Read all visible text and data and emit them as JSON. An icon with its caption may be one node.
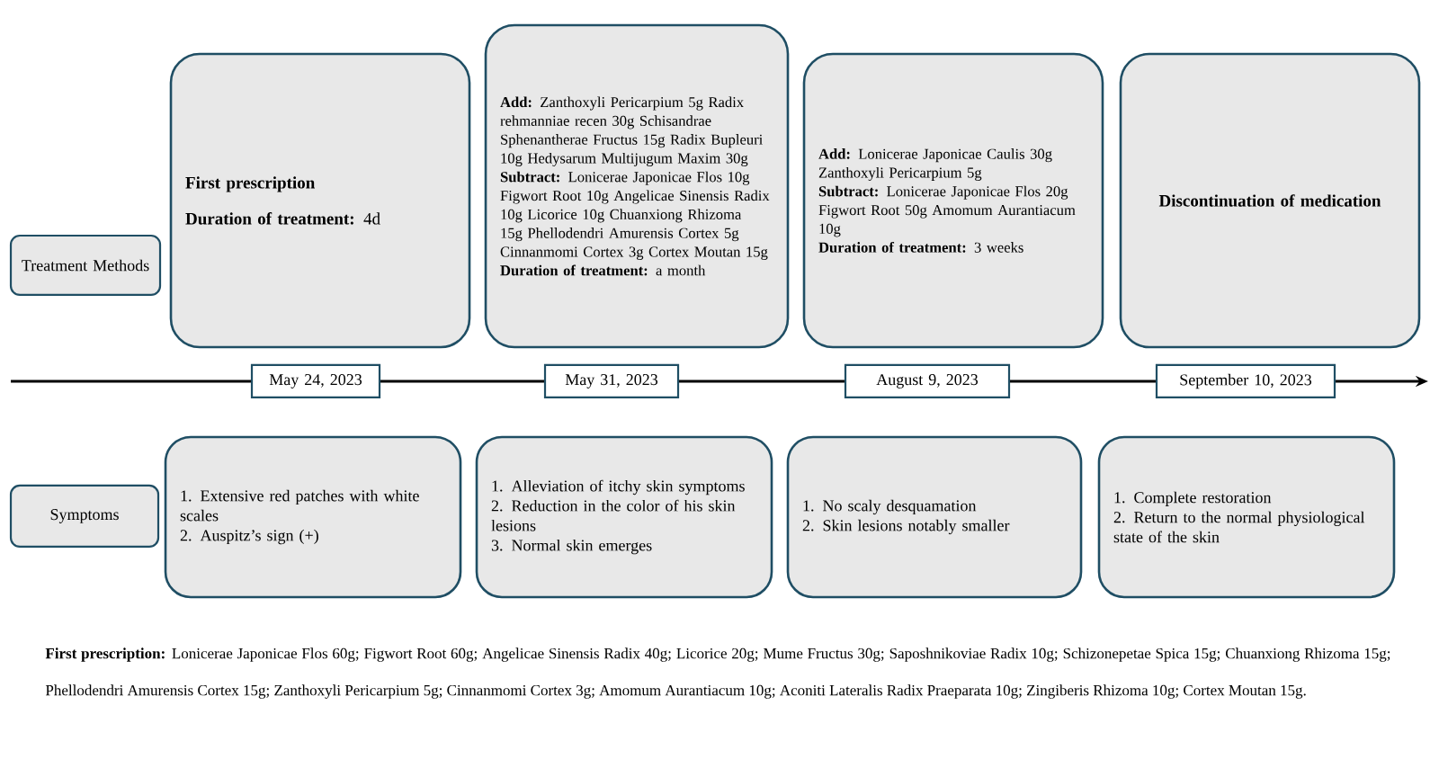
{
  "diagram": {
    "caption": "**First prescription:** Lonicerae Japonicae Flos 60g; Figwort Root 60g; Angelicae Sinensis Radix 40g; Licorice 20g; Mume Fructus 30g; Saposhnikoviae Radix 10g; Schizonepetae Spica 15g; Chuanxiong Rhizoma 15g; Phellodendri Amurensis Cortex 15g; Zanthoxyli Pericarpium 5g; Cinnanmomi Cortex 3g; Amomum Aurantiacum 10g; Aconiti Lateralis Radix Praeparata 10g; Zingiberis Rhizoma 10g; Cortex Moutan 15g.",
    "nodes": [
      {
        "text": [
          "Treatment Methods"
        ]
      },
      {
        "text": [
          "First prescription",
          "**Duration of treatment:** 4d"
        ]
      },
      {
        "text": [
          "**Add:** Zanthoxyli Pericarpium 5g Radix rehmanniae recen 30g Schisandrae Sphenantherae Fructus 15g Radix Bupleuri 10g Hedysarum Multijugum Maxim 30g",
          "**Subtract:** Lonicerae Japonicae Flos 10g Figwort Root 10g Angelicae Sinensis Radix 10g Licorice 10g Chuanxiong Rhizoma 15g Phellodendri Amurensis Cortex 5g Cinnanmomi Cortex 3g Cortex Moutan 15g",
          "**Duration of treatment:** a month"
        ]
      },
      {
        "text": [
          "**Add:** Lonicerae Japonicae Caulis 30g Zanthoxyli Pericarpium 5g",
          "**Subtract:** Lonicerae Japonicae Flos 20g Figwort Root 50g Amomum Aurantiacum 10g",
          "**Duration of treatment:** 3 weeks"
        ]
      },
      {
        "text": [
          "Discontinuation of medication"
        ]
      },
      {
        "text": [
          "May 24, 2023"
        ]
      },
      {
        "text": [
          "May 31, 2023"
        ]
      },
      {
        "text": [
          "August 9, 2023"
        ]
      },
      {
        "text": [
          "September 10, 2023"
        ]
      },
      {
        "text": [
          "Symptoms"
        ]
      },
      {
        "text": [
          "1. Extensive red patches with white scales",
          "2. Auspitz’s sign (+)"
        ]
      },
      {
        "text": [
          "1. Alleviation of itchy skin symptoms",
          "2. Reduction in the color of his skin lesions",
          "3. Normal skin emerges"
        ]
      },
      {
        "text": [
          "1. No scaly desquamation",
          "2. Skin lesions notably smaller"
        ]
      },
      {
        "text": [
          "1. Complete restoration",
          "2. Return to the normal physiological state of the skin"
        ]
      }
    ]
  }
}
